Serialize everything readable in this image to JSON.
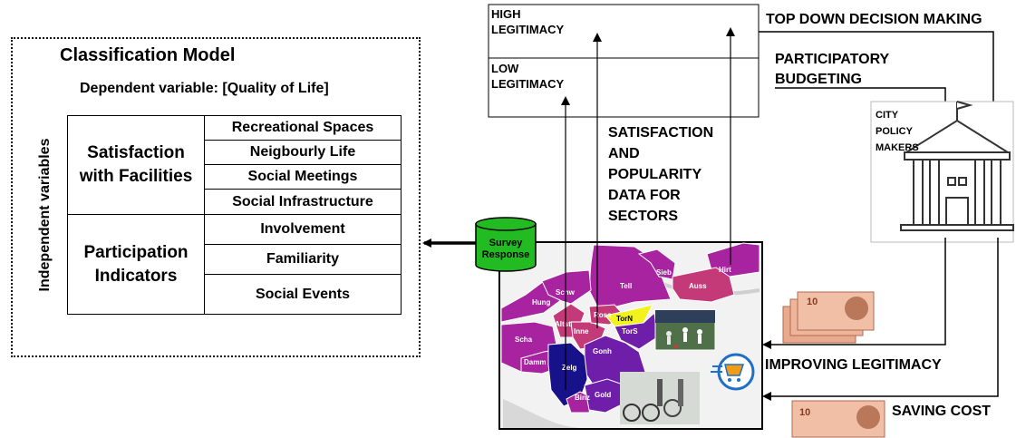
{
  "classification": {
    "title": "Classification Model",
    "dependent": "Dependent variable: [Quality of Life]",
    "independent": "Independent variables",
    "groups": [
      {
        "label": "Satisfaction with Facilities",
        "items": [
          "Recreational Spaces",
          "Neigbourly Life",
          "Social Meetings",
          "Social Infrastructure"
        ]
      },
      {
        "label": "Participation Indicators",
        "items": [
          "Involvement",
          "Familiarity",
          "Social Events"
        ]
      }
    ]
  },
  "survey": {
    "label": "Survey Response",
    "color": "#22bb22"
  },
  "legitimacy": {
    "high": "HIGH LEGITIMACY",
    "low": "LOW LEGITIMACY"
  },
  "labels": {
    "top_down": "TOP DOWN DECISION MAKING",
    "participatory": "PARTICIPATORY BUDGETING",
    "satisfaction_data": "SATISFACTION AND POPULARITY DATA FOR SECTORS",
    "improving": "IMPROVING LEGITIMACY",
    "saving": "SAVING COST"
  },
  "policy": {
    "label": "CITY POLICY MAKERS"
  },
  "map": {
    "districts": [
      "Sieb",
      "Hirt",
      "Tell",
      "Auss",
      "Hung",
      "Schw",
      "Ross",
      "TorN",
      "Altst",
      "Inne",
      "TorS",
      "Scha",
      "Gonh",
      "Damm",
      "Zelg",
      "Binz",
      "Gold"
    ]
  },
  "colors": {
    "magenta": "#a8239f",
    "purple": "#6e1ea8",
    "pink": "#c43a78",
    "navy": "#17118a",
    "yellow": "#f2f21e"
  }
}
